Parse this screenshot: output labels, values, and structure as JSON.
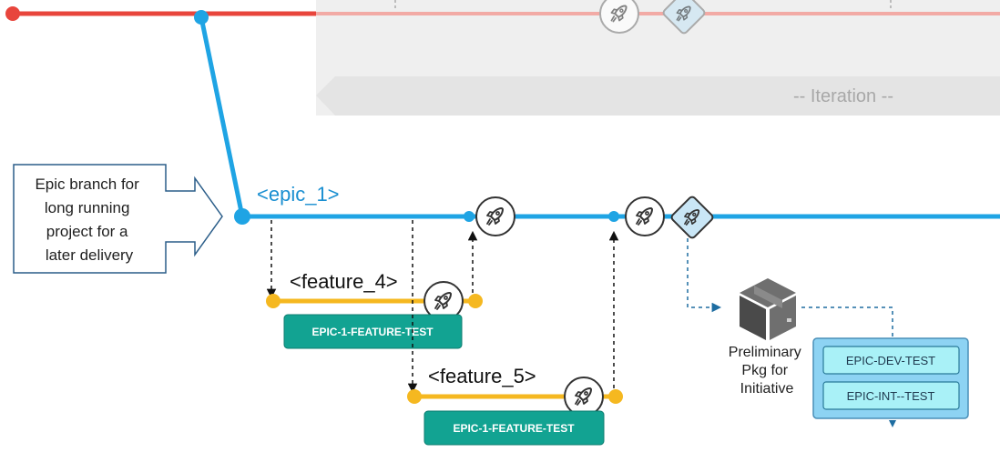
{
  "main_branch": {
    "color": "#e8453c"
  },
  "iteration": {
    "label": "-- Iteration --"
  },
  "epic": {
    "label": "<epic_1>",
    "color": "#1fa4e4"
  },
  "callout": {
    "lines": [
      "Epic branch for",
      "long running",
      "project for a",
      "later delivery"
    ]
  },
  "features": [
    {
      "label": "<feature_4>",
      "test_env": "EPIC-1-FEATURE-TEST"
    },
    {
      "label": "<feature_5>",
      "test_env": "EPIC-1-FEATURE-TEST"
    }
  ],
  "package": {
    "icon": "package-box-icon",
    "lines": [
      "Preliminary",
      "Pkg for",
      "Initiative"
    ]
  },
  "environments": [
    "EPIC-DEV-TEST",
    "EPIC-INT--TEST"
  ],
  "colors": {
    "feature_branch": "#f5b820",
    "teal_badge": "#12a392",
    "env_panel": "#8dd3f3",
    "env_item": "#a9f1f7"
  }
}
